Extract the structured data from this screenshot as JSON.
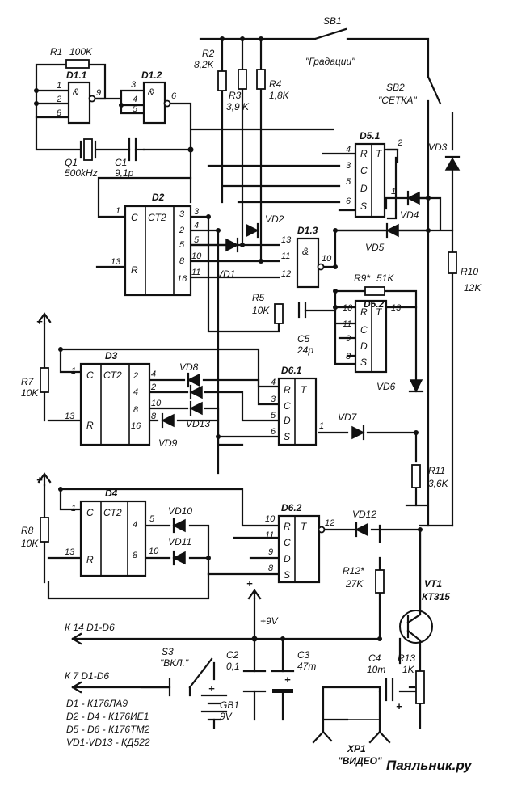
{
  "watermark": "Паяльник.ру",
  "chips": {
    "d11": {
      "label": "D1.1",
      "symbol": "&",
      "pins": [
        "1",
        "2",
        "8",
        "9"
      ]
    },
    "d12": {
      "label": "D1.2",
      "symbol": "&",
      "pins": [
        "3",
        "4",
        "5",
        "6"
      ]
    },
    "d13": {
      "label": "D1.3",
      "symbol": "&",
      "pins": [
        "13",
        "11",
        "12",
        "10"
      ]
    },
    "d2": {
      "label": "D2",
      "func": "CT2",
      "c": "C",
      "r": "R",
      "pins": [
        "1",
        "13",
        "3",
        "2",
        "5",
        "8",
        "16",
        "4",
        "10",
        "11"
      ]
    },
    "d3": {
      "label": "D3",
      "func": "CT2",
      "c": "C",
      "r": "R",
      "pins": [
        "1",
        "13",
        "2",
        "4",
        "8",
        "16"
      ]
    },
    "d4": {
      "label": "D4",
      "func": "CT2",
      "c": "C",
      "r": "R",
      "pins": [
        "1",
        "13",
        "5",
        "4",
        "10",
        "8"
      ]
    },
    "d51": {
      "label": "D5.1",
      "func": "T",
      "r": "R",
      "c": "C",
      "d": "D",
      "s": "S",
      "pins": [
        "4",
        "3",
        "5",
        "6",
        "2",
        "1"
      ]
    },
    "d52": {
      "label": "D5.2",
      "func": "T",
      "r": "R",
      "c": "C",
      "d": "D",
      "s": "S",
      "pins": [
        "10",
        "11",
        "9",
        "8",
        "13"
      ]
    },
    "d61": {
      "label": "D6.1",
      "func": "T",
      "r": "R",
      "c": "C",
      "d": "D",
      "s": "S",
      "pins": [
        "4",
        "3",
        "5",
        "6",
        "1"
      ]
    },
    "d62": {
      "label": "D6.2",
      "func": "T",
      "r": "R",
      "c": "C",
      "d": "D",
      "s": "S",
      "pins": [
        "10",
        "11",
        "9",
        "8",
        "12"
      ]
    }
  },
  "components": {
    "r1": {
      "ref": "R1",
      "value": "100K"
    },
    "r2": {
      "ref": "R2",
      "value": "8,2K"
    },
    "r3": {
      "ref": "R3",
      "value": "3,9 K"
    },
    "r4": {
      "ref": "R4",
      "value": "1,8K"
    },
    "r5": {
      "ref": "R5",
      "value": "10K"
    },
    "r7": {
      "ref": "R7",
      "value": "10K"
    },
    "r8": {
      "ref": "R8",
      "value": "10K"
    },
    "r9": {
      "ref": "R9*",
      "value": "51K"
    },
    "r10": {
      "ref": "R10",
      "value": "12K"
    },
    "r11": {
      "ref": "R11",
      "value": "3,6K"
    },
    "r12": {
      "ref": "R12*",
      "value": "27K"
    },
    "r13": {
      "ref": "R13",
      "value": "1K"
    },
    "c1": {
      "ref": "C1",
      "value": "9,1p"
    },
    "c2": {
      "ref": "C2",
      "value": "0,1"
    },
    "c3": {
      "ref": "C3",
      "value": "47m"
    },
    "c4": {
      "ref": "C4",
      "value": "10m"
    },
    "c5": {
      "ref": "C5",
      "value": "24p"
    },
    "q1": {
      "ref": "Q1",
      "value": "500kHz"
    },
    "vt1": {
      "ref": "VT1",
      "value": "КТ315"
    },
    "sb1": {
      "ref": "SB1",
      "value": "\"Градации\""
    },
    "sb2": {
      "ref": "SB2",
      "value": "\"СЕТКА\""
    },
    "s3": {
      "ref": "S3",
      "value": "\"ВКЛ.\""
    },
    "gb1": {
      "ref": "GB1",
      "value": "9V"
    },
    "xp1": {
      "ref": "XP1",
      "value": "\"ВИДЕО\""
    }
  },
  "diodes": [
    "VD1",
    "VD2",
    "VD3",
    "VD4",
    "VD5",
    "VD6",
    "VD7",
    "VD8",
    "VD9",
    "VD10",
    "VD11",
    "VD12",
    "VD13"
  ],
  "power": {
    "supply": "+9V",
    "plus": "+",
    "arrow14": "К 14 D1-D6",
    "arrow7": "К 7 D1-D6"
  },
  "legend": [
    "D1 - К176ЛА9",
    "D2 - D4 - К176ИЕ1",
    "D5 - D6 - К176ТМ2",
    "VD1-VD13 - КД522"
  ]
}
